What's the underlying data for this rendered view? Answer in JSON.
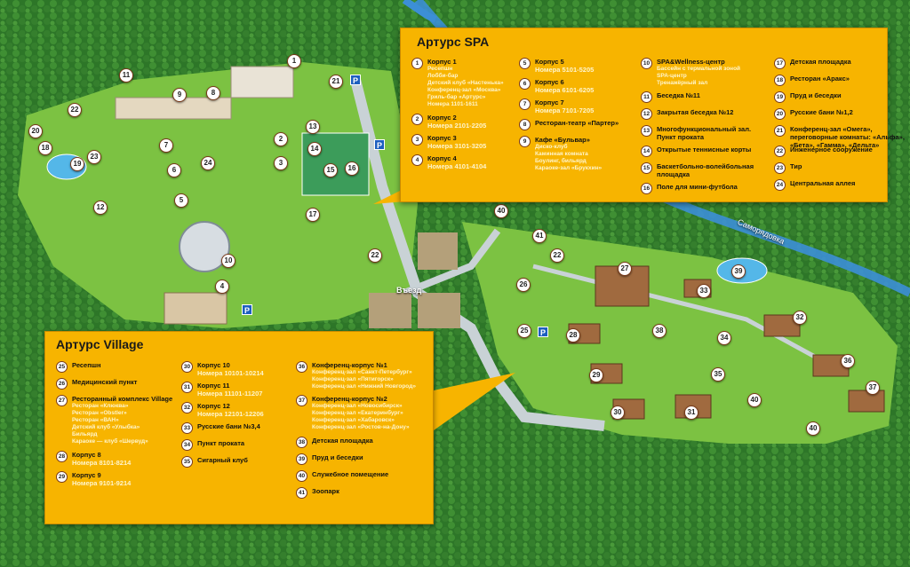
{
  "spa_panel": {
    "title": "Артурс SPA",
    "columns": [
      [
        {
          "num": "1",
          "name": "Корпус 1",
          "sub": [
            "Ресепшн",
            "Лобби-бар",
            "Детский клуб «Настенька»",
            "Конференц-зал «Москва»",
            "Гриль-бар «Артурс»",
            "Номера 1101-1611"
          ]
        },
        {
          "num": "2",
          "name": "Корпус 2",
          "rooms": "Номера 2101-2205"
        },
        {
          "num": "3",
          "name": "Корпус 3",
          "rooms": "Номера 3101-3205"
        },
        {
          "num": "4",
          "name": "Корпус 4",
          "rooms": "Номера 4101-4104"
        }
      ],
      [
        {
          "num": "5",
          "name": "Корпус 5",
          "rooms": "Номера 5101-5205"
        },
        {
          "num": "6",
          "name": "Корпус 6",
          "rooms": "Номера 6101-6205"
        },
        {
          "num": "7",
          "name": "Корпус 7",
          "rooms": "Номера 7101-7205"
        },
        {
          "num": "8",
          "name": "Ресторан-театр «Партер»"
        },
        {
          "num": "9",
          "name": "Кафе «Бульвар»",
          "sub": [
            "Диско-клуб",
            "Каминная комната",
            "Боулинг, бильярд",
            "Караоке-зал «Брукхин»"
          ]
        }
      ],
      [
        {
          "num": "10",
          "name": "SPA&Wellness-центр",
          "sub": [
            "Бассейн с термальной зоной",
            "SPA-центр",
            "Тренажёрный зал"
          ]
        },
        {
          "num": "11",
          "name": "Беседка №11"
        },
        {
          "num": "12",
          "name": "Закрытая беседка №12"
        },
        {
          "num": "13",
          "name": "Многофункциональный зал. Пункт проката"
        },
        {
          "num": "14",
          "name": "Открытые теннисные корты"
        },
        {
          "num": "15",
          "name": "Баскетбольно-волейбольная площадка"
        },
        {
          "num": "16",
          "name": "Поле для мини-футбола"
        }
      ],
      [
        {
          "num": "17",
          "name": "Детская площадка"
        },
        {
          "num": "18",
          "name": "Ресторан «Аракс»"
        },
        {
          "num": "19",
          "name": "Пруд и беседки"
        },
        {
          "num": "20",
          "name": "Русские бани №1,2"
        },
        {
          "num": "21",
          "name": "Конференц-зал «Омега», переговорные комнаты: «Альфа», «Бета», «Гамма», «Дельта»"
        },
        {
          "num": "22",
          "name": "Инженерное сооружение"
        },
        {
          "num": "23",
          "name": "Тир"
        },
        {
          "num": "24",
          "name": "Центральная аллея"
        }
      ]
    ]
  },
  "village_panel": {
    "title": "Артурс Village",
    "columns": [
      [
        {
          "num": "25",
          "name": "Ресепшн"
        },
        {
          "num": "26",
          "name": "Медицинский пункт"
        },
        {
          "num": "27",
          "name": "Ресторанный комплекс Village",
          "sub": [
            "Ресторан «Клюква»",
            "Ресторан «Obstler»",
            "Ресторан «ВАН»",
            "Детский клуб «Улыбка»",
            "Бильярд",
            "Караоке — клуб «Шервуд»"
          ]
        },
        {
          "num": "28",
          "name": "Корпус 8",
          "rooms": "Номера 8101-8214"
        },
        {
          "num": "29",
          "name": "Корпус 9",
          "rooms": "Номера 9101-9214"
        }
      ],
      [
        {
          "num": "30",
          "name": "Корпус 10",
          "rooms": "Номера 10101-10214"
        },
        {
          "num": "31",
          "name": "Корпус 11",
          "rooms": "Номера 11101-11207"
        },
        {
          "num": "32",
          "name": "Корпус 12",
          "rooms": "Номера 12101-12206"
        },
        {
          "num": "33",
          "name": "Русские бани №3,4"
        },
        {
          "num": "34",
          "name": "Пункт проката"
        },
        {
          "num": "35",
          "name": "Сигарный клуб"
        }
      ],
      [
        {
          "num": "36",
          "name": "Конференц-корпус №1",
          "sub": [
            "Конференц-зал «Санкт-Петербург»",
            "Конференц-зал «Пятигорск»",
            "Конференц-зал «Нижний Новгород»"
          ]
        },
        {
          "num": "37",
          "name": "Конференц-корпус №2",
          "sub": [
            "Конференц-зал «Новосибирск»",
            "Конференц-зал «Екатеринбург»",
            "Конференц-зал «Хабаровск»",
            "Конференц-зал «Ростов-на-Дону»"
          ]
        },
        {
          "num": "38",
          "name": "Детская площадка"
        },
        {
          "num": "39",
          "name": "Пруд и беседки"
        },
        {
          "num": "40",
          "name": "Служебное помещение"
        },
        {
          "num": "41",
          "name": "Зоопарк"
        }
      ]
    ]
  },
  "map_labels": {
    "entrance": "Въезд",
    "river": "Саморядовка",
    "parking": "P"
  },
  "markers": [
    "1",
    "2",
    "3",
    "4",
    "5",
    "6",
    "7",
    "8",
    "9",
    "10",
    "11",
    "12",
    "13",
    "14",
    "15",
    "16",
    "17",
    "18",
    "19",
    "20",
    "21",
    "22",
    "22",
    "22",
    "23",
    "24",
    "25",
    "26",
    "27",
    "28",
    "29",
    "30",
    "31",
    "32",
    "33",
    "34",
    "35",
    "36",
    "37",
    "38",
    "39",
    "40",
    "40",
    "40",
    "41"
  ],
  "colors": {
    "panel": "#f7b400",
    "forest": "#2f7a2a",
    "lawn": "#7cc242",
    "road": "#c9d2d6",
    "river": "#3c8fd6"
  }
}
